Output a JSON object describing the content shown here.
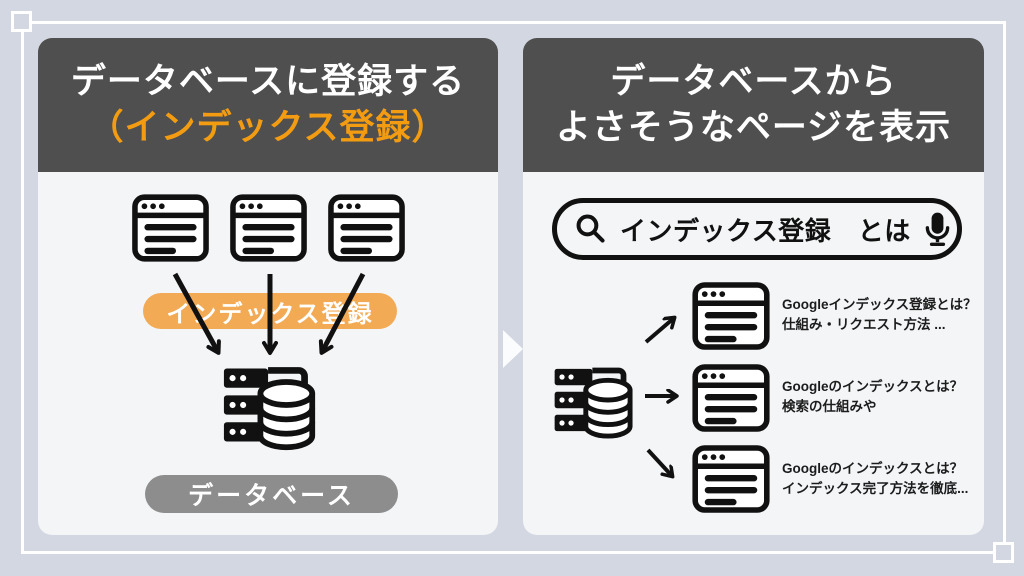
{
  "page": {
    "background_color": "#d3d7e1",
    "panel_color": "#f3f5f7",
    "header_color": "#4f4f4f",
    "accent_orange": "#f39c12",
    "pill_orange": "#f3aa55",
    "pill_gray": "#8d8d8d"
  },
  "left_panel": {
    "title_line1": "データベースに登録する",
    "title_line2": "（インデックス登録）",
    "index_pill_label": "インデックス登録",
    "database_pill_label": "データベース",
    "icons": [
      "browser-window-icon",
      "browser-window-icon",
      "browser-window-icon",
      "down-arrow",
      "down-arrow",
      "down-arrow",
      "database-server-icon"
    ]
  },
  "connector": {
    "icon": "right-triangle-icon"
  },
  "right_panel": {
    "title_line1": "データベースから",
    "title_line2": "よさそうなページを表示",
    "search_bar": {
      "query": "インデックス登録　とは",
      "left_icon": "search-icon",
      "right_icon": "microphone-icon"
    },
    "results": [
      {
        "title_line1": "Googleインデックス登録とは？",
        "title_line2": "仕組み・リクエスト方法 ..."
      },
      {
        "title_line1": "Googleのインデックスとは？",
        "title_line2": "検索の仕組みや"
      },
      {
        "title_line1": "Googleのインデックスとは？",
        "title_line2": "インデックス完了方法を徹底..."
      }
    ]
  }
}
